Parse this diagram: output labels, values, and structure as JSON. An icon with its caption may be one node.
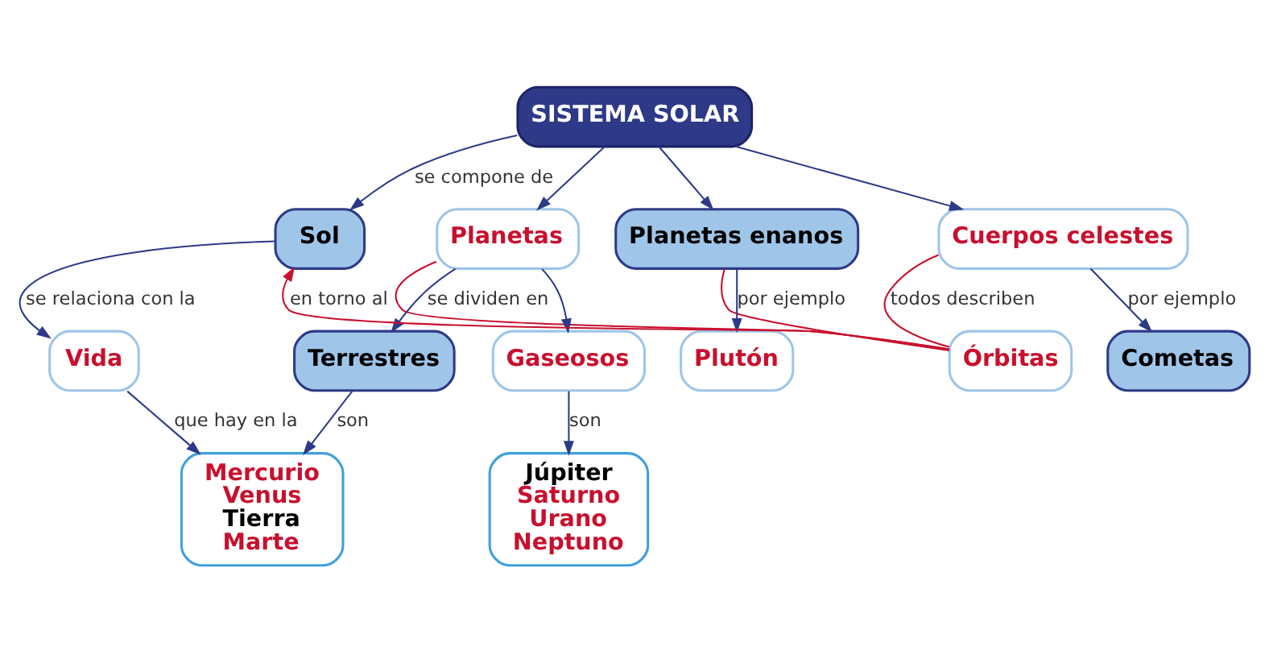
{
  "diagram": {
    "nodes": [
      {
        "text": [
          "SISTEMA SOLAR"
        ]
      },
      {
        "text": [
          "Sol"
        ]
      },
      {
        "text": [
          "Planetas"
        ]
      },
      {
        "text": [
          "Planetas enanos"
        ]
      },
      {
        "text": [
          "Cuerpos celestes"
        ]
      },
      {
        "text": [
          "Órbitas"
        ]
      },
      {
        "text": [
          "Vida"
        ]
      },
      {
        "text": [
          "Terrestres"
        ]
      },
      {
        "text": [
          "Gaseosos"
        ]
      },
      {
        "text": [
          "Plutón"
        ]
      },
      {
        "text": [
          "Cometas"
        ]
      },
      {
        "text": [
          "Mercurio",
          "Venus",
          "Tierra",
          "Marte"
        ]
      },
      {
        "text": [
          "Júpiter",
          "Saturno",
          "Urano",
          "Neptuno"
        ]
      }
    ],
    "edges": [
      {
        "from": 0,
        "to": 1,
        "arrow": "to",
        "label": "se compone de"
      },
      {
        "from": 0,
        "to": 2,
        "arrow": "to"
      },
      {
        "from": 0,
        "to": 3,
        "arrow": "to"
      },
      {
        "from": 0,
        "to": 4,
        "arrow": "to"
      },
      {
        "from": 5,
        "to": 1,
        "arrow": "to",
        "label": "en torno al",
        "color": "#c8102e"
      },
      {
        "from": 2,
        "to": 5,
        "arrow": "none",
        "color": "#c8102e"
      },
      {
        "from": 3,
        "to": 5,
        "arrow": "none",
        "color": "#c8102e"
      },
      {
        "from": 4,
        "to": 5,
        "arrow": "none",
        "label": "todos describen",
        "color": "#c8102e"
      },
      {
        "from": 1,
        "to": 6,
        "arrow": "to",
        "label": "se relaciona con la"
      },
      {
        "from": 2,
        "to": 7,
        "arrow": "to",
        "label": "se dividen en"
      },
      {
        "from": 2,
        "to": 8,
        "arrow": "to"
      },
      {
        "from": 3,
        "to": 9,
        "arrow": "to",
        "label": "por ejemplo"
      },
      {
        "from": 4,
        "to": 10,
        "arrow": "to",
        "label": "por ejemplo"
      },
      {
        "from": 7,
        "to": 11,
        "arrow": "to",
        "label": "son"
      },
      {
        "from": 8,
        "to": 12,
        "arrow": "to",
        "label": "son"
      },
      {
        "from": 6,
        "to": 11,
        "arrow": "to",
        "label": "que hay en la"
      }
    ]
  }
}
